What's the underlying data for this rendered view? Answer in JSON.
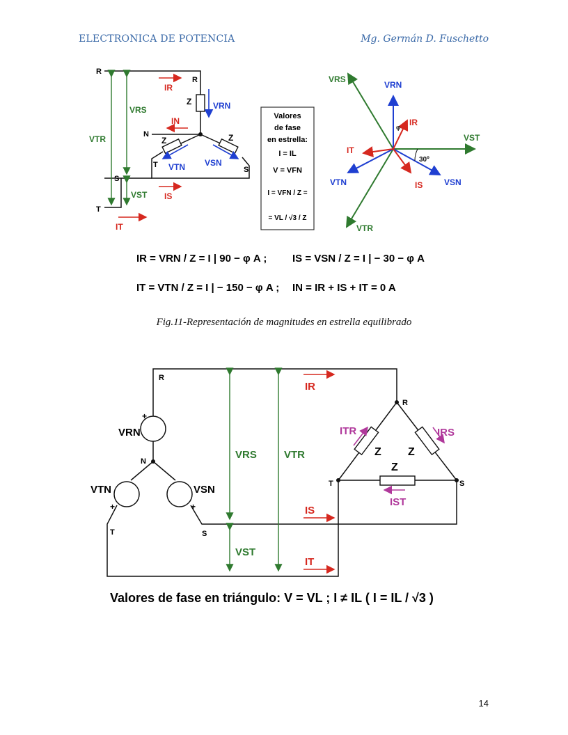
{
  "header": {
    "left": "ELECTRONICA DE POTENCIA",
    "right": "Mg. Germán D. Fuschetto"
  },
  "figure1": {
    "caption": "Fig.11-Representación de magnitudes en estrella equilibrado",
    "star_circuit": {
      "nodes": {
        "R": "R",
        "S": "S",
        "T": "T",
        "N": "N",
        "R2": "R",
        "S2": "S",
        "T2": "T"
      },
      "impedance": "Z",
      "voltages": {
        "VRS": "VRS",
        "VTR": "VTR",
        "VST": "VST",
        "VRN": "VRN",
        "VTN": "VTN",
        "VSN": "VSN"
      },
      "currents": {
        "IR": "IR",
        "IS": "IS",
        "IT": "IT",
        "IN": "IN"
      }
    },
    "info_box": {
      "lines": [
        "Valores",
        "de fase",
        "en estrella:",
        "I = IL",
        "V = VFN",
        "I = VFN / Z =",
        "= VL / √3 / Z"
      ]
    },
    "phasor": {
      "labels": [
        "VRS",
        "VRN",
        "IR",
        "VST",
        "IT",
        "VTN",
        "IS",
        "VSN",
        "VTR"
      ],
      "angle_label": "30º",
      "phi": "φ"
    },
    "equations": {
      "line1_left": "IR = VRN / Z = I | 90 − φ A ;",
      "line1_right": "IS = VSN / Z = I | − 30 − φ A",
      "line2_left": "IT = VTN / Z = I | − 150 − φ A ;",
      "line2_right": "IN = IR + IS + IT = 0 A"
    }
  },
  "figure2": {
    "sources": {
      "VRN": "VRN",
      "VTN": "VTN",
      "VSN": "VSN"
    },
    "nodes": {
      "R": "R",
      "N": "N",
      "T": "T",
      "S": "S",
      "R2": "R",
      "T2": "T",
      "S2": "S"
    },
    "impedance": "Z",
    "voltages": {
      "VRS": "VRS",
      "VTR": "VTR",
      "VST": "VST"
    },
    "currents": {
      "IR": "IR",
      "IS": "IS",
      "IT": "IT",
      "ITR": "ITR",
      "IRS": "IRS",
      "IST": "IST"
    },
    "caption": "Valores de fase en triángulo: V = VL ; I ≠ IL ( I = IL / √3 )"
  },
  "page_number": "14",
  "colors": {
    "header": "#3b6aa8",
    "red": "#d6281f",
    "blue": "#1f3fd1",
    "green": "#2f7a2f",
    "magenta": "#b0389b"
  }
}
